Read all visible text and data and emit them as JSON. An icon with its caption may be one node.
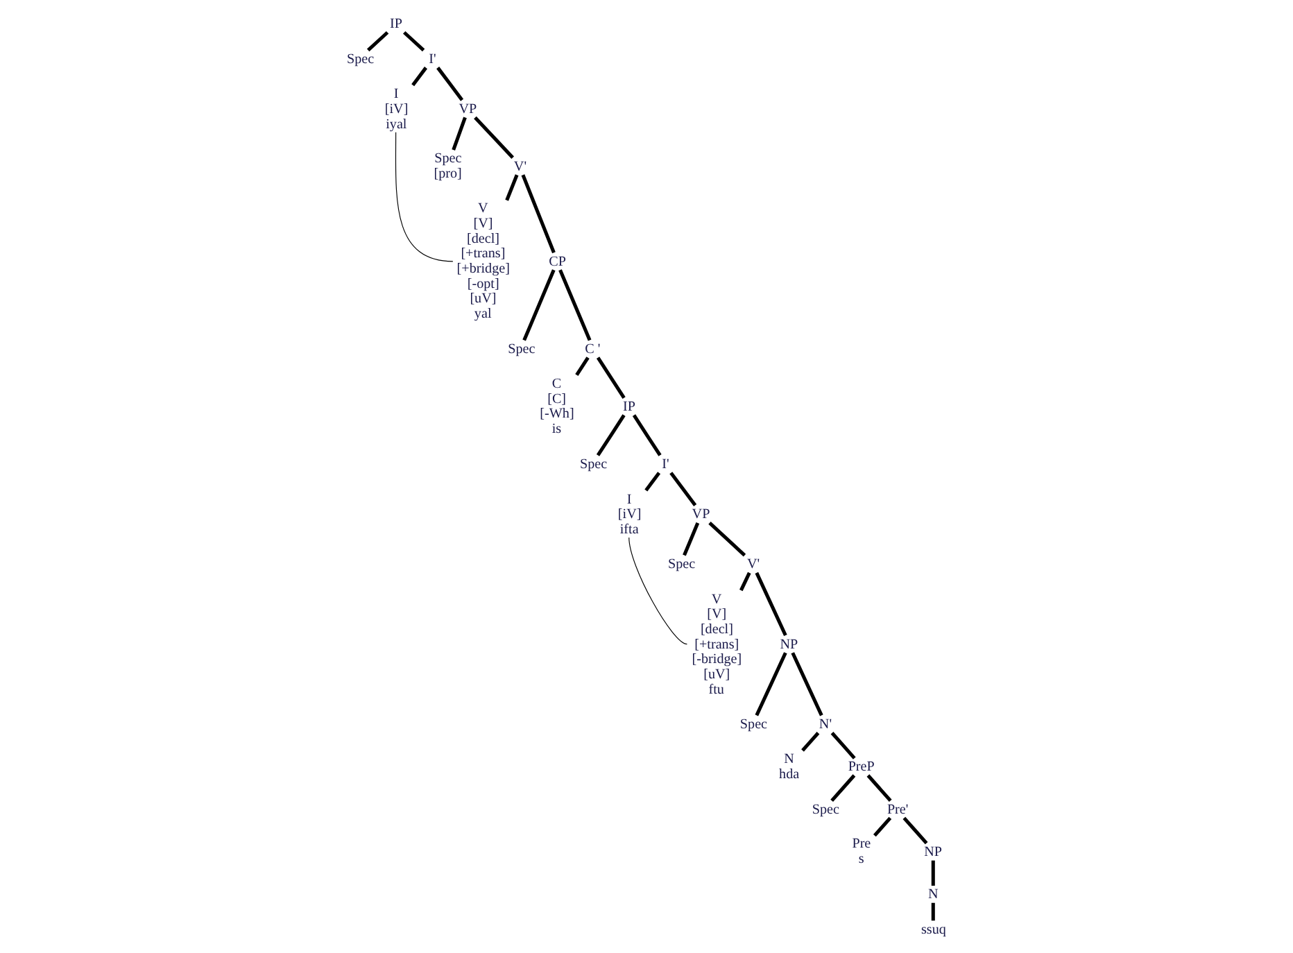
{
  "diagram": {
    "nodes": [
      {
        "text": [
          "IP"
        ]
      },
      {
        "text": [
          "Spec"
        ]
      },
      {
        "text": [
          "I'"
        ]
      },
      {
        "text": [
          "I",
          "[iV]",
          "iyal"
        ]
      },
      {
        "text": [
          "VP"
        ]
      },
      {
        "text": [
          "Spec",
          "[pro]"
        ]
      },
      {
        "text": [
          "V'"
        ]
      },
      {
        "text": [
          "V",
          "[V]",
          "[decl]",
          "[+trans]",
          "[+bridge]",
          "[-opt]",
          "[uV]",
          "yal"
        ]
      },
      {
        "text": [
          "CP"
        ]
      },
      {
        "text": [
          "Spec"
        ]
      },
      {
        "text": [
          "C '"
        ]
      },
      {
        "text": [
          "C",
          "[C]",
          "[-Wh]",
          "is"
        ]
      },
      {
        "text": [
          "IP"
        ]
      },
      {
        "text": [
          "Spec"
        ]
      },
      {
        "text": [
          "I'"
        ]
      },
      {
        "text": [
          "I",
          "[iV]",
          "ifta"
        ]
      },
      {
        "text": [
          "VP"
        ]
      },
      {
        "text": [
          "Spec"
        ]
      },
      {
        "text": [
          "V'"
        ]
      },
      {
        "text": [
          "V",
          "[V]",
          "[decl]",
          "[+trans]",
          "[-bridge]",
          "[uV]",
          "ftu"
        ]
      },
      {
        "text": [
          "NP"
        ]
      },
      {
        "text": [
          "Spec"
        ]
      },
      {
        "text": [
          "N'"
        ]
      },
      {
        "text": [
          "N",
          "hda"
        ]
      },
      {
        "text": [
          "PreP"
        ]
      },
      {
        "text": [
          "Spec"
        ]
      },
      {
        "text": [
          "Pre'"
        ]
      },
      {
        "text": [
          "Pre",
          "s"
        ]
      },
      {
        "text": [
          "NP"
        ]
      },
      {
        "text": [
          "N"
        ]
      },
      {
        "text": [
          "ssuq"
        ]
      }
    ],
    "edges": [
      {
        "from": 0,
        "to": 1,
        "arrow": "none"
      },
      {
        "from": 0,
        "to": 2,
        "arrow": "none"
      },
      {
        "from": 2,
        "to": 3,
        "arrow": "none"
      },
      {
        "from": 2,
        "to": 4,
        "arrow": "none"
      },
      {
        "from": 4,
        "to": 5,
        "arrow": "none"
      },
      {
        "from": 4,
        "to": 6,
        "arrow": "none"
      },
      {
        "from": 6,
        "to": 7,
        "arrow": "none"
      },
      {
        "from": 6,
        "to": 8,
        "arrow": "none"
      },
      {
        "from": 8,
        "to": 9,
        "arrow": "none"
      },
      {
        "from": 8,
        "to": 10,
        "arrow": "none"
      },
      {
        "from": 10,
        "to": 11,
        "arrow": "none"
      },
      {
        "from": 10,
        "to": 12,
        "arrow": "none"
      },
      {
        "from": 12,
        "to": 13,
        "arrow": "none"
      },
      {
        "from": 12,
        "to": 14,
        "arrow": "none"
      },
      {
        "from": 14,
        "to": 15,
        "arrow": "none"
      },
      {
        "from": 14,
        "to": 16,
        "arrow": "none"
      },
      {
        "from": 16,
        "to": 17,
        "arrow": "none"
      },
      {
        "from": 16,
        "to": 18,
        "arrow": "none"
      },
      {
        "from": 18,
        "to": 19,
        "arrow": "none"
      },
      {
        "from": 18,
        "to": 20,
        "arrow": "none"
      },
      {
        "from": 20,
        "to": 21,
        "arrow": "none"
      },
      {
        "from": 20,
        "to": 22,
        "arrow": "none"
      },
      {
        "from": 22,
        "to": 23,
        "arrow": "none"
      },
      {
        "from": 22,
        "to": 24,
        "arrow": "none"
      },
      {
        "from": 24,
        "to": 25,
        "arrow": "none"
      },
      {
        "from": 24,
        "to": 26,
        "arrow": "none"
      },
      {
        "from": 26,
        "to": 27,
        "arrow": "none"
      },
      {
        "from": 26,
        "to": 28,
        "arrow": "none"
      },
      {
        "from": 28,
        "to": 29,
        "arrow": "none"
      },
      {
        "from": 29,
        "to": 30,
        "arrow": "none"
      },
      {
        "from": 3,
        "to": 7,
        "arrow": "none"
      },
      {
        "from": 15,
        "to": 19,
        "arrow": "none"
      }
    ]
  }
}
